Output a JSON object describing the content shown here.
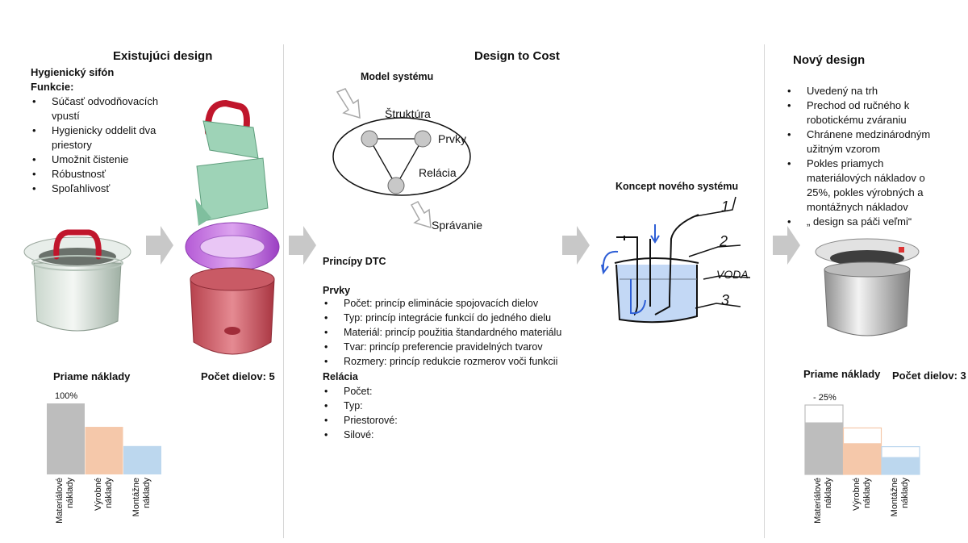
{
  "left": {
    "title": "Existujúci design",
    "product": "Hygienický sifón",
    "functions_label": "Funkcie:",
    "functions": [
      "Súčasť odvodňovacích vpustí",
      "Hygienicky oddelit dva priestory",
      "Umožnit čistenie",
      "Róbustnosť",
      "Spoľahlivosť"
    ],
    "cost_title": "Priame náklady",
    "parts_count": "Počet dielov: 5",
    "chart_label": "100%"
  },
  "middle": {
    "title": "Design to Cost",
    "model_title": "Model systému",
    "labels": {
      "structure": "Štruktúra",
      "elements": "Prvky",
      "relation": "Relácia",
      "behavior": "Správanie"
    },
    "principles_title": "Princípy DTC",
    "prvky_title": "Prvky",
    "prvky": [
      "Počet: princíp eliminácie spojovacích dielov",
      "Typ: princíp integrácie funkcií do jedného dielu",
      "Materiál: princíp použitia štandardného materiálu",
      "Tvar: princíp preferencie pravidelných tvarov",
      "Rozmery: princíp redukcie rozmerov voči funkcii"
    ],
    "relacia_title": "Relácia",
    "relacia": [
      "Počet:",
      "Typ:",
      "Priestorové:",
      "Silové:"
    ],
    "concept_title": "Koncept nového systému",
    "sketch_labels": {
      "n1": "1",
      "n2": "2",
      "voda": "VODA",
      "n3": "3"
    }
  },
  "right": {
    "title": "Nový design",
    "bullets": [
      "Uvedený na trh",
      "Prechod od ručného k robotickému zváraniu",
      "Chránene medzinárodným užitným vzorom",
      "Pokles priamych materiálových nákladov o 25%, pokles výrobných a montážnych nákladov",
      "„ design sa páči veľmi“"
    ],
    "cost_title": "Priame náklady",
    "parts_count": "Počet dielov: 3",
    "chart_label": "- 25%"
  },
  "chart_data": [
    {
      "type": "bar",
      "title": "Priame náklady",
      "categories": [
        "Materiálové\nnáklady",
        "Výrobné\nnáklady",
        "Montážne\nnáklady"
      ],
      "values": [
        100,
        67,
        40
      ],
      "colors": [
        "#bdbdbd",
        "#f5c8aa",
        "#bcd7ee"
      ],
      "annotation": "100%"
    },
    {
      "type": "bar",
      "title": "Priame náklady",
      "categories": [
        "Materiálové\nnáklady",
        "Výrobné\nnáklady",
        "Montážne\nnáklady"
      ],
      "values": [
        75,
        45,
        25
      ],
      "previous_values": [
        100,
        67,
        40
      ],
      "colors": [
        "#bdbdbd",
        "#f5c8aa",
        "#bcd7ee"
      ],
      "annotation": "- 25%"
    }
  ]
}
